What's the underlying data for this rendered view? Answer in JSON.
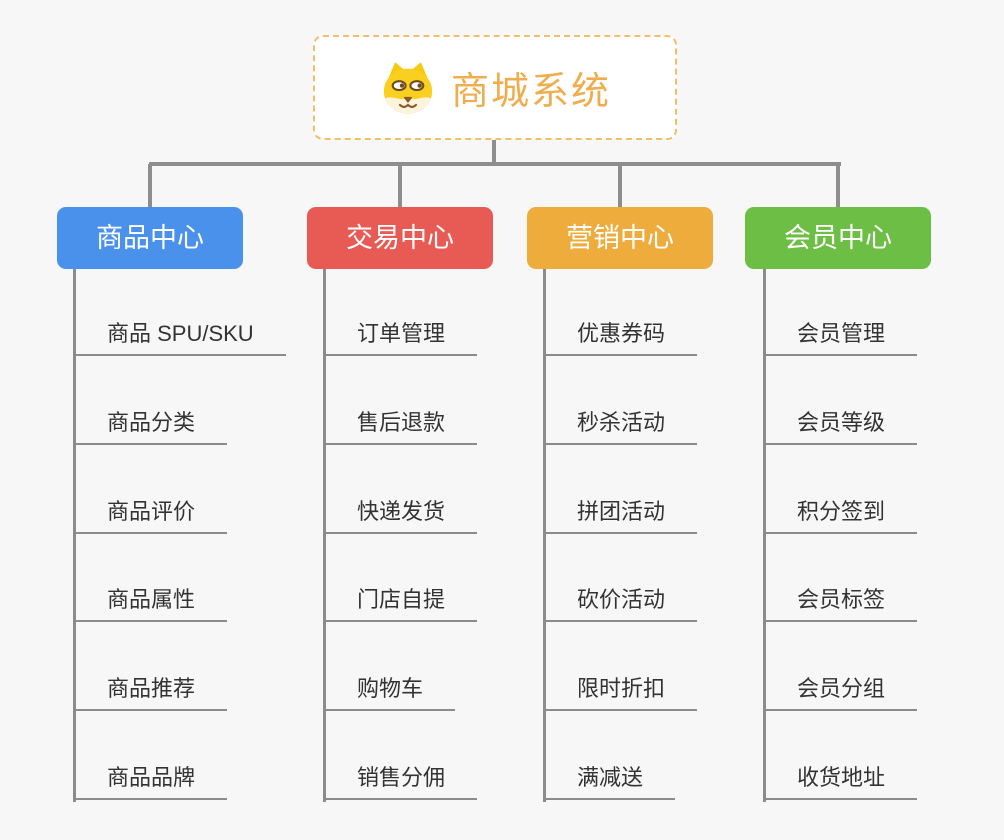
{
  "root": {
    "label": "商城系统",
    "icon": "dog-face-icon"
  },
  "colors": {
    "root_text": "#f0ad4e",
    "root_border": "#f3be68",
    "connector": "#8e8e8e",
    "leaf_text": "#333333",
    "branch_product": "#4a91ec",
    "branch_trade": "#e85b55",
    "branch_marketing": "#edac3c",
    "branch_member": "#6dbe45"
  },
  "branches": [
    {
      "label": "商品中心",
      "color": "#4a91ec",
      "items": [
        "商品 SPU/SKU",
        "商品分类",
        "商品评价",
        "商品属性",
        "商品推荐",
        "商品品牌"
      ]
    },
    {
      "label": "交易中心",
      "color": "#e85b55",
      "items": [
        "订单管理",
        "售后退款",
        "快递发货",
        "门店自提",
        "购物车",
        "销售分佣"
      ]
    },
    {
      "label": "营销中心",
      "color": "#edac3c",
      "items": [
        "优惠券码",
        "秒杀活动",
        "拼团活动",
        "砍价活动",
        "限时折扣",
        "满减送"
      ]
    },
    {
      "label": "会员中心",
      "color": "#6dbe45",
      "items": [
        "会员管理",
        "会员等级",
        "积分签到",
        "会员标签",
        "会员分组",
        "收货地址"
      ]
    }
  ]
}
